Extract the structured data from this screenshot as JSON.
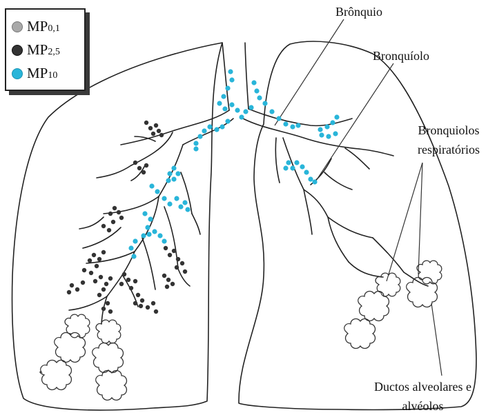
{
  "legend": {
    "items": [
      {
        "prefix": "MP",
        "subscript": "0,1",
        "color": "#a9a9a9",
        "border": "#777777"
      },
      {
        "prefix": "MP",
        "subscript": "2,5",
        "color": "#333333",
        "border": "#111111"
      },
      {
        "prefix": "MP",
        "subscript": "10",
        "color": "#29b5d9",
        "border": "#1b93b3"
      }
    ]
  },
  "labels": {
    "bronquio": "Brônquio",
    "bronquiolo": "Bronquíolo",
    "bronquiolos_line1": "Bronquiolos",
    "bronquiolos_line2": "respiratórios",
    "ductos_line1": "Ductos alveolares e",
    "ductos_line2": "alvéolos"
  },
  "colors": {
    "outline": "#222222",
    "particle_cyan": "#29b5d9",
    "particle_dark": "#333333",
    "particle_grey": "#a9a9a9"
  }
}
